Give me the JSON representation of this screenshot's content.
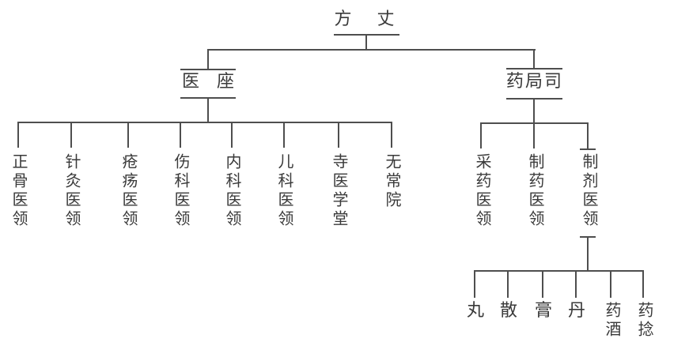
{
  "diagram": {
    "title_node": "方　丈",
    "left_branch": {
      "label": "医　座",
      "children": [
        "正骨医领",
        "针灸医领",
        "疮疡医领",
        "伤科医领",
        "内科医领",
        "儿科医领",
        "寺医学堂",
        "无常院"
      ]
    },
    "right_branch": {
      "label": "药局司",
      "children": [
        "采药医领",
        "制药医领",
        "制剂医领"
      ],
      "grandchildren": [
        "丸",
        "散",
        "膏",
        "丹",
        "药酒",
        "药捻"
      ]
    }
  },
  "colors": {
    "line": "#4e4e4e",
    "text": "#3a3a3a",
    "background": "#ffffff"
  }
}
